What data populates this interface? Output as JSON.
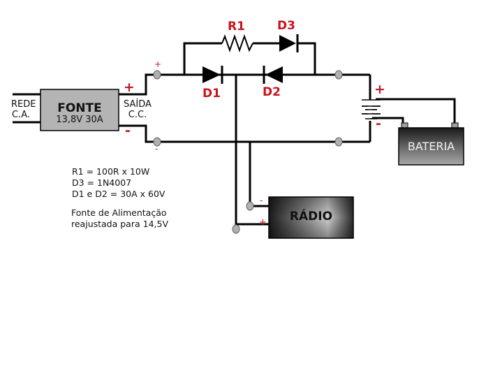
{
  "power_supply": {
    "title": "FONTE",
    "rating": "13,8V 30A",
    "input_label_line1": "REDE",
    "input_label_line2": "C.A.",
    "output_label_line1": "SAÍDA",
    "output_label_line2": "C.C.",
    "plus": "+",
    "minus": "-"
  },
  "nodes": {
    "left_plus": "+",
    "left_minus": "-"
  },
  "components": {
    "r1": "R1",
    "d1": "D1",
    "d2": "D2",
    "d3": "D3"
  },
  "battery": {
    "label": "BATERIA",
    "plus": "+",
    "minus": "-"
  },
  "radio": {
    "label": "RÁDIO",
    "plus": "+",
    "minus": "-"
  },
  "notes": [
    "R1 = 100R x 10W",
    "D3 = 1N4007",
    "D1 e D2 = 30A x 60V"
  ],
  "footnote": {
    "line1": "Fonte de Alimentação",
    "line2": "reajustada para 14,5V"
  },
  "colors": {
    "wire": "#000000",
    "label_red": "#c8141e",
    "box_gray": "#b4b4b4",
    "node_gray": "#b0b0b0"
  }
}
